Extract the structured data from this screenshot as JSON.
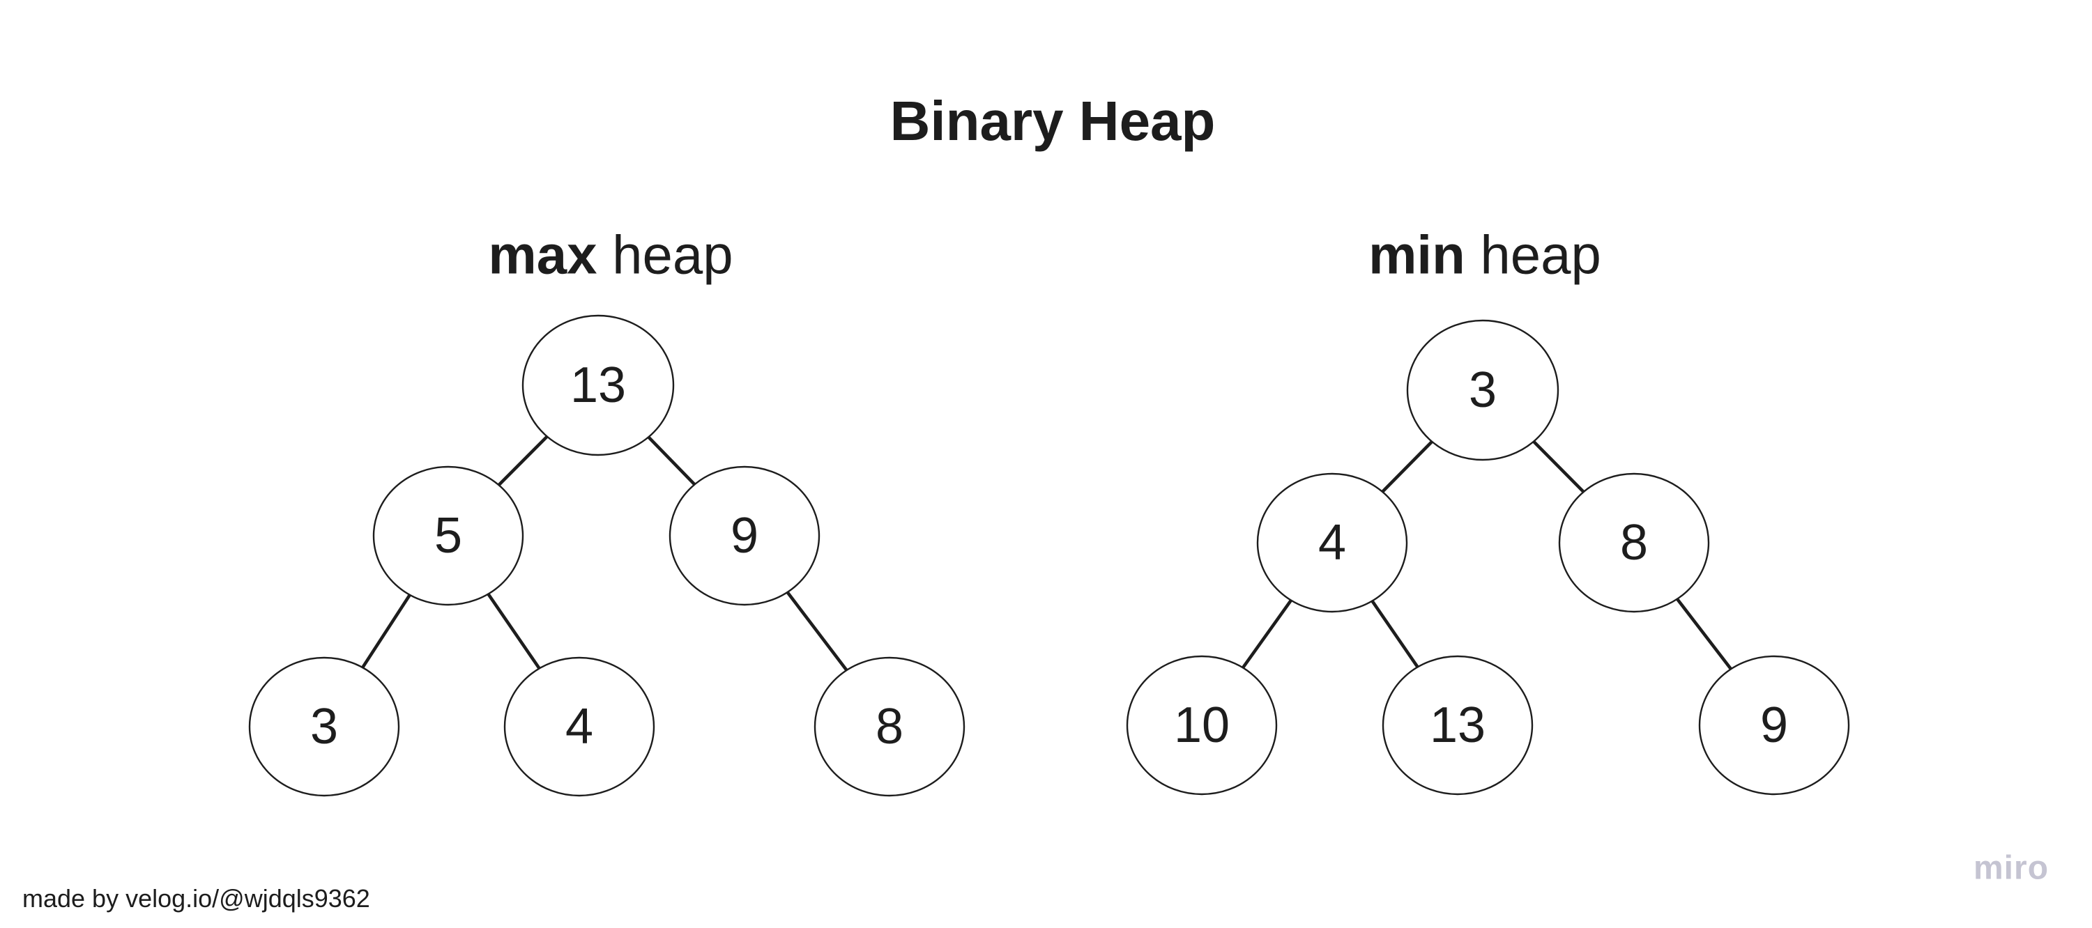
{
  "title": "Binary Heap",
  "max_heap": {
    "label": {
      "emphasis": "max",
      "rest": " heap"
    },
    "nodes": [
      {
        "value": "13"
      },
      {
        "value": "5"
      },
      {
        "value": "9"
      },
      {
        "value": "3"
      },
      {
        "value": "4"
      },
      {
        "value": "8"
      }
    ],
    "edges": [
      [
        "13",
        "5"
      ],
      [
        "13",
        "9"
      ],
      [
        "5",
        "3"
      ],
      [
        "5",
        "4"
      ],
      [
        "9",
        "8"
      ]
    ]
  },
  "min_heap": {
    "label": {
      "emphasis": "min",
      "rest": " heap"
    },
    "nodes": [
      {
        "value": "3"
      },
      {
        "value": "4"
      },
      {
        "value": "8"
      },
      {
        "value": "10"
      },
      {
        "value": "13"
      },
      {
        "value": "9"
      }
    ],
    "edges": [
      [
        "3",
        "4"
      ],
      [
        "3",
        "8"
      ],
      [
        "4",
        "10"
      ],
      [
        "4",
        "13"
      ],
      [
        "8",
        "9"
      ]
    ]
  },
  "footer": {
    "credit": "made by velog.io/@wjdqls9362",
    "watermark": "miro"
  },
  "colors": {
    "background": "#ffffff",
    "stroke": "#1d1d1d",
    "text": "#1d1d1d",
    "watermark": "#c5c4d2"
  }
}
